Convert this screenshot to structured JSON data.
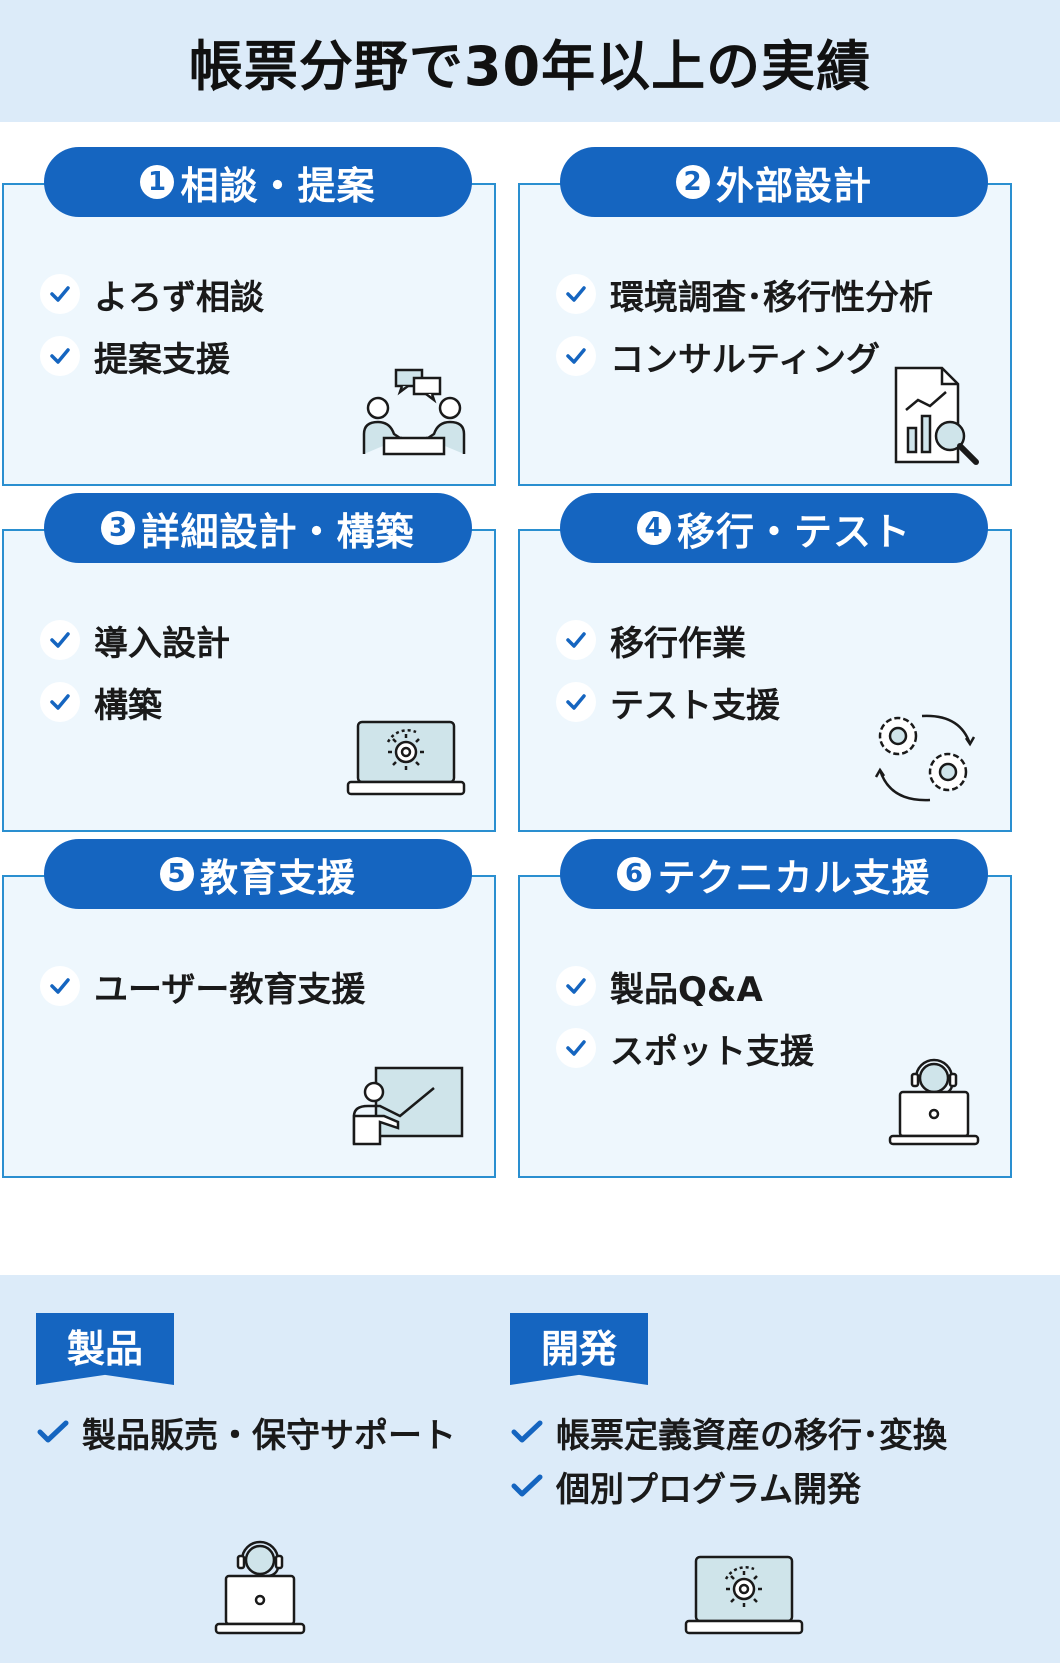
{
  "title": "帳票分野で30年以上の実績",
  "cards": [
    {
      "num": "1",
      "label": "相談・提案",
      "items": [
        "よろず相談",
        "提案支援"
      ],
      "icon": "meeting-icon"
    },
    {
      "num": "2",
      "label": "外部設計",
      "items": [
        "環境調査･移行性分析",
        "コンサルティング"
      ],
      "icon": "report-analysis-icon"
    },
    {
      "num": "3",
      "label": "詳細設計・構築",
      "items": [
        "導入設計",
        "構築"
      ],
      "icon": "laptop-gear-icon"
    },
    {
      "num": "4",
      "label": "移行・テスト",
      "items": [
        "移行作業",
        "テスト支援"
      ],
      "icon": "gears-cycle-icon"
    },
    {
      "num": "5",
      "label": "教育支援",
      "items": [
        "ユーザー教育支援"
      ],
      "icon": "teacher-board-icon"
    },
    {
      "num": "6",
      "label": "テクニカル支援",
      "items": [
        "製品Q&A",
        "スポット支援"
      ],
      "icon": "support-operator-icon"
    }
  ],
  "bottom": {
    "product": {
      "label": "製品",
      "items": [
        "製品販売・保守サポート"
      ],
      "icon": "support-operator-icon"
    },
    "development": {
      "label": "開発",
      "items": [
        "帳票定義資産の移行･変換",
        "個別プログラム開発"
      ],
      "icon": "laptop-gear-icon"
    }
  },
  "colors": {
    "accent": "#1565c0",
    "border": "#2a8fd0",
    "card_bg": "#eef7fd",
    "band_bg": "#dcebf9"
  }
}
